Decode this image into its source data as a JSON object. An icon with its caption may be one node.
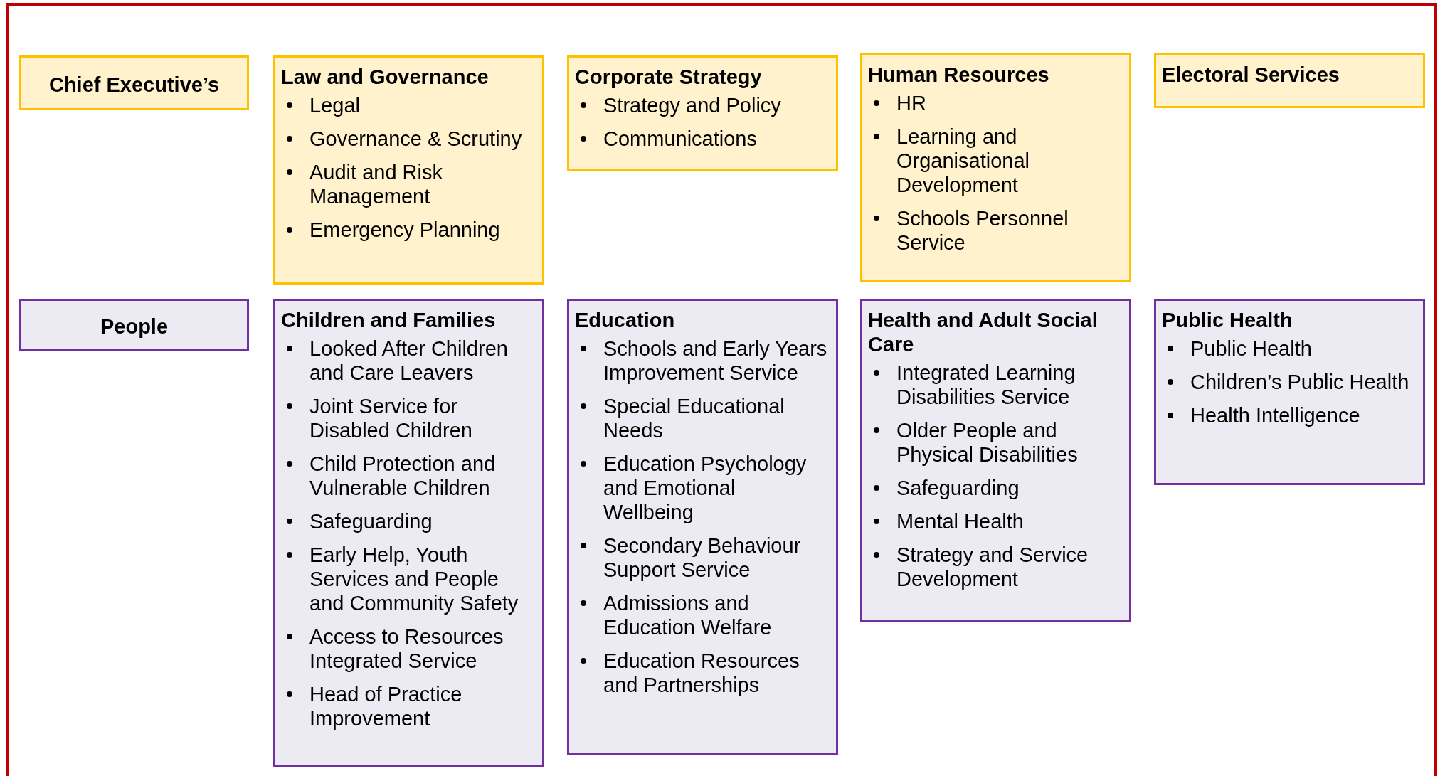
{
  "diagram": {
    "nodes": [
      {
        "text": [
          "Chief Executive’s"
        ]
      },
      {
        "text": [
          "Law and Governance",
          "Legal",
          "Governance & Scrutiny",
          "Audit and Risk Management",
          "Emergency Planning"
        ]
      },
      {
        "text": [
          "Corporate Strategy",
          "Strategy and Policy",
          "Communications"
        ]
      },
      {
        "text": [
          "Human Resources",
          "HR",
          "Learning and Organisational Development",
          "Schools Personnel Service"
        ]
      },
      {
        "text": [
          "Electoral Services"
        ]
      },
      {
        "text": [
          "People"
        ]
      },
      {
        "text": [
          "Children and Families",
          "Looked After Children and Care Leavers",
          "Joint Service for Disabled Children",
          "Child Protection and Vulnerable Children",
          "Safeguarding",
          "Early Help, Youth Services and People and Community Safety",
          "Access to Resources Integrated Service",
          "Head of Practice Improvement"
        ]
      },
      {
        "text": [
          "Education",
          "Schools and Early Years Improvement Service",
          "Special Educational Needs",
          "Education Psychology and Emotional Wellbeing",
          "Secondary Behaviour Support Service",
          "Admissions and Education Welfare",
          "Education Resources and Partnerships"
        ]
      },
      {
        "text": [
          "Health and Adult Social Care",
          "Integrated Learning Disabilities Service",
          "Older People and Physical Disabilities",
          "Safeguarding",
          "Mental Health",
          "Strategy and Service Development"
        ]
      },
      {
        "text": [
          "Public Health",
          "Public Health",
          "Children’s Public Health",
          "Health Intelligence"
        ]
      }
    ]
  }
}
